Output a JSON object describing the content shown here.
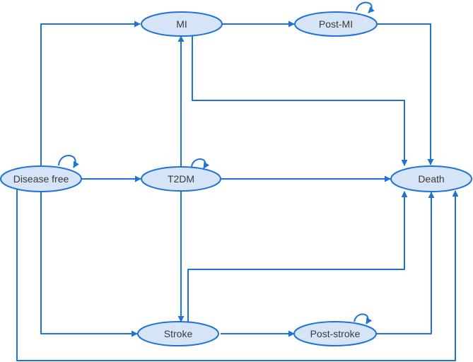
{
  "nodes": {
    "disease_free": "Disease free",
    "mi": "MI",
    "post_mi": "Post-MI",
    "t2dm": "T2DM",
    "death": "Death",
    "stroke": "Stroke",
    "post_stroke": "Post-stroke"
  },
  "colors": {
    "stroke": "#1f73d6",
    "node_fill": "#d6e4f7",
    "text": "#3a3a3a"
  },
  "edges": [
    {
      "from": "disease_free",
      "to": "mi"
    },
    {
      "from": "disease_free",
      "to": "t2dm"
    },
    {
      "from": "disease_free",
      "to": "stroke"
    },
    {
      "from": "disease_free",
      "to": "death"
    },
    {
      "from": "disease_free",
      "to": "disease_free"
    },
    {
      "from": "mi",
      "to": "post_mi"
    },
    {
      "from": "mi",
      "to": "death"
    },
    {
      "from": "post_mi",
      "to": "death"
    },
    {
      "from": "post_mi",
      "to": "post_mi"
    },
    {
      "from": "t2dm",
      "to": "mi"
    },
    {
      "from": "t2dm",
      "to": "death"
    },
    {
      "from": "t2dm",
      "to": "stroke"
    },
    {
      "from": "t2dm",
      "to": "t2dm"
    },
    {
      "from": "stroke",
      "to": "post_stroke"
    },
    {
      "from": "stroke",
      "to": "death"
    },
    {
      "from": "post_stroke",
      "to": "death"
    },
    {
      "from": "post_stroke",
      "to": "post_stroke"
    }
  ]
}
